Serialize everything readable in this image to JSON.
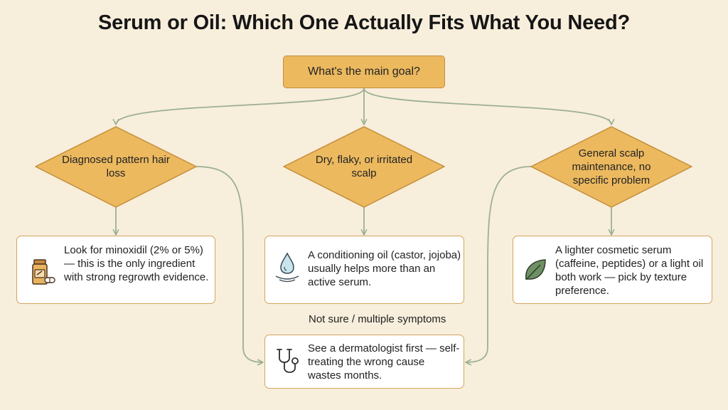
{
  "title": "Serum or Oil: Which One Actually Fits What You Need?",
  "root": {
    "label": "What's the main goal?"
  },
  "branches": [
    {
      "question": "Diagnosed pattern hair loss",
      "answer": "Look for minoxidil (2% or 5%) — this is the only ingredient with strong regrowth evidence.",
      "icon": "pill-bottle-icon"
    },
    {
      "question": "Dry, flaky, or irritated scalp",
      "answer": "A conditioning oil (castor, jojoba) usually helps more than an active serum.",
      "icon": "oil-drop-icon"
    },
    {
      "question": "General scalp maintenance, no specific problem",
      "answer": "A lighter cosmetic serum (caffeine, peptides) or a light oil both work — pick by texture preference.",
      "icon": "leaf-icon"
    }
  ],
  "fallback": {
    "label": "Not sure / multiple symptoms",
    "answer": "See a dermatologist first — self-treating the wrong cause wastes months.",
    "icon": "stethoscope-icon"
  },
  "colors": {
    "diamond": "#ecb95f",
    "diamond_border": "#c48e3a",
    "arrow": "#9bb092",
    "box_border": "#d3a55a",
    "background": "#f8eedc"
  }
}
